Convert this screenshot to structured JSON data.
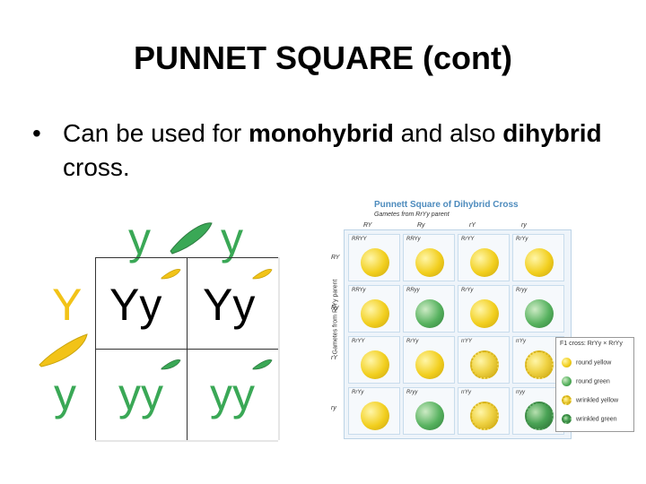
{
  "title": "PUNNET SQUARE (cont)",
  "bullet": {
    "symbol": "•",
    "pre": "Can be used for ",
    "bold1": "monohybrid",
    "mid": " and also ",
    "bold2": "dihybrid",
    "post": " cross."
  },
  "monohybrid": {
    "top_alleles": [
      "y",
      "y"
    ],
    "side_alleles": [
      "Y",
      "y"
    ],
    "cells": [
      "Yy",
      "Yy",
      "yy",
      "yy"
    ],
    "colors": {
      "dominant": "#f2c318",
      "recessive": "#3aa856"
    }
  },
  "dihybrid": {
    "title": "Punnett Square of Dihybrid Cross",
    "subtitle": "Gametes from RrYy parent",
    "col_gametes": [
      "RY",
      "Ry",
      "rY",
      "ry"
    ],
    "row_gametes": [
      "RY",
      "Ry",
      "rY",
      "ry"
    ],
    "side_label": "Gametes from RrYy parent",
    "genotypes": [
      [
        "RRYY",
        "RRYy",
        "RrYY",
        "RrYy"
      ],
      [
        "RRYy",
        "RRyy",
        "RrYy",
        "Rryy"
      ],
      [
        "RrYY",
        "RrYy",
        "rrYY",
        "rrYy"
      ],
      [
        "RrYy",
        "Rryy",
        "rrYy",
        "rryy"
      ]
    ],
    "phenotypes": [
      [
        "ry",
        "ry",
        "ry",
        "ry"
      ],
      [
        "ry",
        "rg",
        "ry",
        "rg"
      ],
      [
        "ry",
        "ry",
        "wy",
        "wy"
      ],
      [
        "ry",
        "rg",
        "wy",
        "wg"
      ]
    ],
    "legend": {
      "title": "F1 cross: RrYy × RrYy",
      "items": [
        {
          "key": "ry",
          "label": "round yellow"
        },
        {
          "key": "rg",
          "label": "round green"
        },
        {
          "key": "wy",
          "label": "wrinkled yellow"
        },
        {
          "key": "wg",
          "label": "wrinkled green"
        }
      ]
    }
  }
}
